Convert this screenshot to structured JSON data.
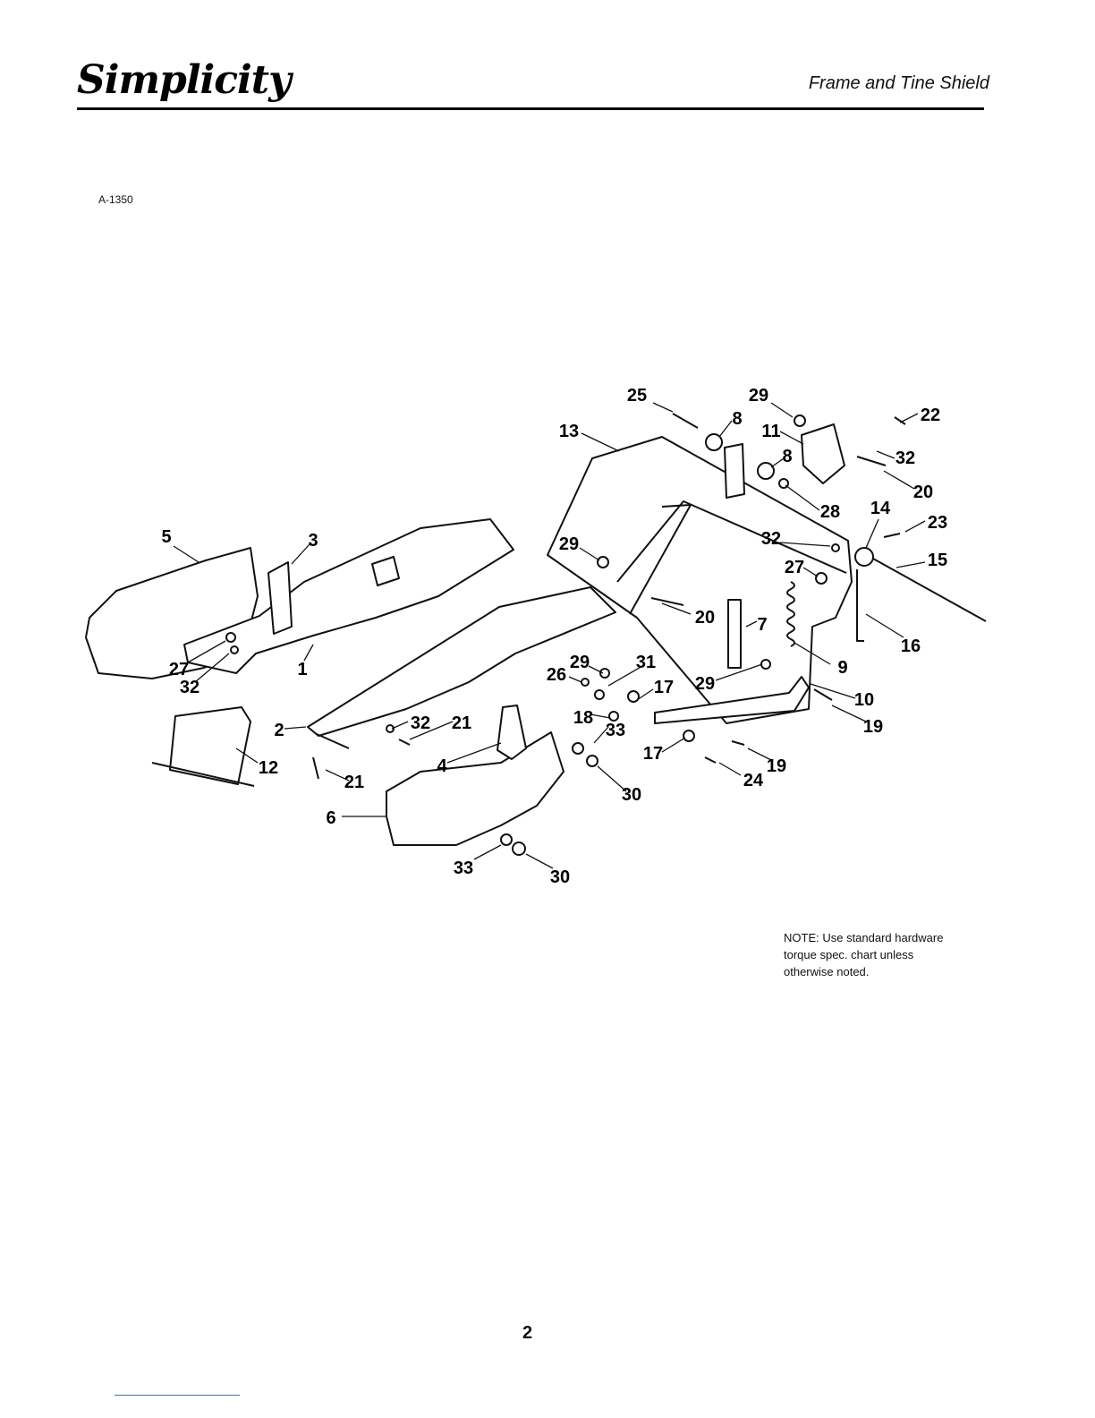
{
  "header": {
    "brand": "Simplicity",
    "section_title": "Frame and Tine Shield"
  },
  "figure": {
    "id": "A-1350",
    "callouts": [
      {
        "key": "25",
        "label": "25"
      },
      {
        "key": "29a",
        "label": "29"
      },
      {
        "key": "8a",
        "label": "8"
      },
      {
        "key": "22",
        "label": "22"
      },
      {
        "key": "13",
        "label": "13"
      },
      {
        "key": "11",
        "label": "11"
      },
      {
        "key": "8b",
        "label": "8"
      },
      {
        "key": "32a",
        "label": "32"
      },
      {
        "key": "20a",
        "label": "20"
      },
      {
        "key": "28",
        "label": "28"
      },
      {
        "key": "14",
        "label": "14"
      },
      {
        "key": "23",
        "label": "23"
      },
      {
        "key": "5",
        "label": "5"
      },
      {
        "key": "3",
        "label": "3"
      },
      {
        "key": "29b",
        "label": "29"
      },
      {
        "key": "32b",
        "label": "32"
      },
      {
        "key": "15",
        "label": "15"
      },
      {
        "key": "27a",
        "label": "27"
      },
      {
        "key": "20b",
        "label": "20"
      },
      {
        "key": "7",
        "label": "7"
      },
      {
        "key": "16",
        "label": "16"
      },
      {
        "key": "27b",
        "label": "27"
      },
      {
        "key": "1",
        "label": "1"
      },
      {
        "key": "32c",
        "label": "32"
      },
      {
        "key": "29c",
        "label": "29"
      },
      {
        "key": "31",
        "label": "31"
      },
      {
        "key": "9",
        "label": "9"
      },
      {
        "key": "26",
        "label": "26"
      },
      {
        "key": "17a",
        "label": "17"
      },
      {
        "key": "29d",
        "label": "29"
      },
      {
        "key": "10",
        "label": "10"
      },
      {
        "key": "18",
        "label": "18"
      },
      {
        "key": "19a",
        "label": "19"
      },
      {
        "key": "2",
        "label": "2"
      },
      {
        "key": "32d",
        "label": "32"
      },
      {
        "key": "21a",
        "label": "21"
      },
      {
        "key": "33a",
        "label": "33"
      },
      {
        "key": "12",
        "label": "12"
      },
      {
        "key": "4",
        "label": "4"
      },
      {
        "key": "17b",
        "label": "17"
      },
      {
        "key": "19b",
        "label": "19"
      },
      {
        "key": "21b",
        "label": "21"
      },
      {
        "key": "24",
        "label": "24"
      },
      {
        "key": "6",
        "label": "6"
      },
      {
        "key": "30a",
        "label": "30"
      },
      {
        "key": "33b",
        "label": "33"
      },
      {
        "key": "30b",
        "label": "30"
      }
    ]
  },
  "note": "NOTE: Use standard hardware\ntorque spec. chart unless\notherwise noted.",
  "page_number": "2"
}
